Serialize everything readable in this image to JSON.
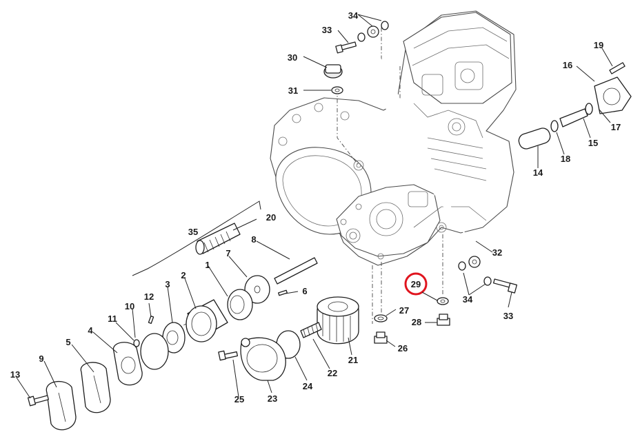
{
  "callouts": [
    {
      "id": "1",
      "text": "1"
    },
    {
      "id": "2",
      "text": "2"
    },
    {
      "id": "3",
      "text": "3"
    },
    {
      "id": "4",
      "text": "4"
    },
    {
      "id": "5",
      "text": "5"
    },
    {
      "id": "6",
      "text": "6"
    },
    {
      "id": "7",
      "text": "7"
    },
    {
      "id": "8",
      "text": "8"
    },
    {
      "id": "9",
      "text": "9"
    },
    {
      "id": "10",
      "text": "10"
    },
    {
      "id": "11",
      "text": "11"
    },
    {
      "id": "12",
      "text": "12"
    },
    {
      "id": "13",
      "text": "13"
    },
    {
      "id": "14",
      "text": "14"
    },
    {
      "id": "15",
      "text": "15"
    },
    {
      "id": "16",
      "text": "16"
    },
    {
      "id": "17",
      "text": "17"
    },
    {
      "id": "18",
      "text": "18"
    },
    {
      "id": "19",
      "text": "19"
    },
    {
      "id": "20",
      "text": "20"
    },
    {
      "id": "21",
      "text": "21"
    },
    {
      "id": "22",
      "text": "22"
    },
    {
      "id": "23",
      "text": "23"
    },
    {
      "id": "24",
      "text": "24"
    },
    {
      "id": "25",
      "text": "25"
    },
    {
      "id": "26",
      "text": "26"
    },
    {
      "id": "27",
      "text": "27"
    },
    {
      "id": "28",
      "text": "28"
    },
    {
      "id": "29",
      "text": "29",
      "highlighted": true
    },
    {
      "id": "30",
      "text": "30"
    },
    {
      "id": "31",
      "text": "31"
    },
    {
      "id": "32",
      "text": "32"
    },
    {
      "id": "33a",
      "text": "33"
    },
    {
      "id": "33b",
      "text": "33"
    },
    {
      "id": "34a",
      "text": "34"
    },
    {
      "id": "34b",
      "text": "34"
    },
    {
      "id": "35",
      "text": "35"
    }
  ],
  "colors": {
    "highlight": "#e0141e",
    "line": "#1e1e1e",
    "background": "#ffffff"
  }
}
